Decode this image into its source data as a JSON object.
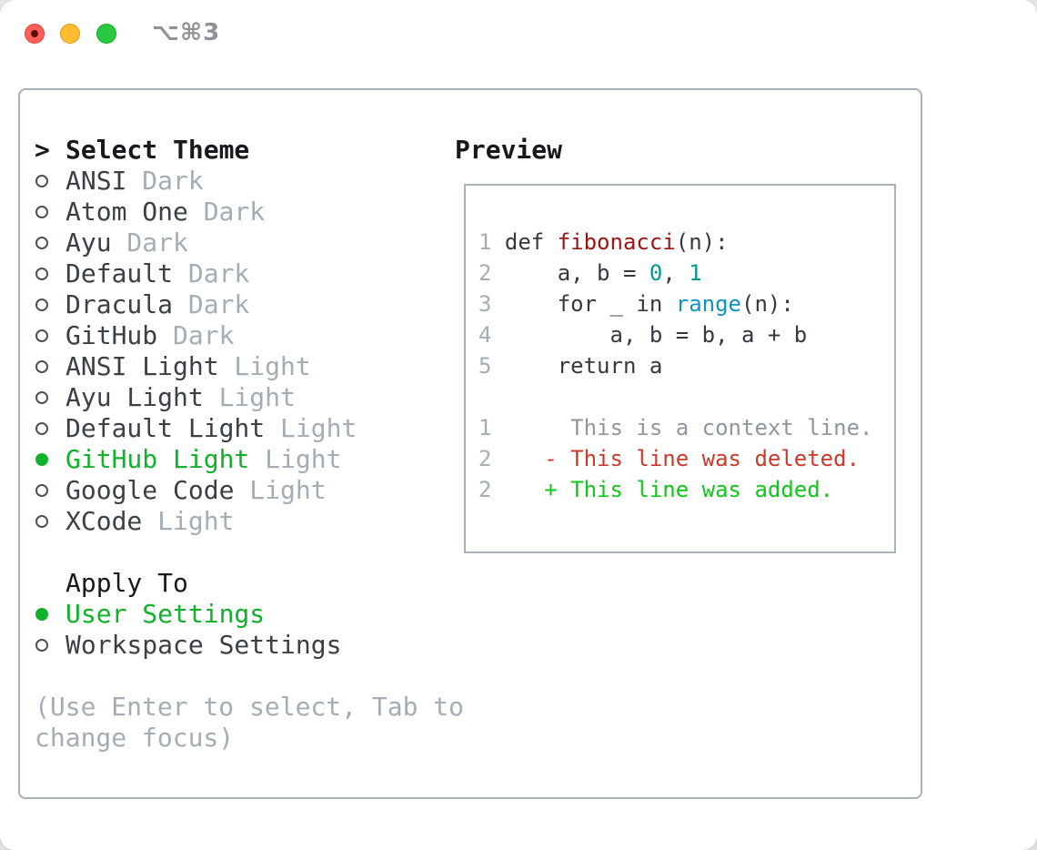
{
  "titlebar": {
    "shortcut": "⌥⌘3"
  },
  "theme_section": {
    "prompt": ">",
    "title": "Select Theme",
    "themes": [
      {
        "name": "ANSI",
        "variant": "Dark",
        "selected": false
      },
      {
        "name": "Atom One",
        "variant": "Dark",
        "selected": false
      },
      {
        "name": "Ayu",
        "variant": "Dark",
        "selected": false
      },
      {
        "name": "Default",
        "variant": "Dark",
        "selected": false
      },
      {
        "name": "Dracula",
        "variant": "Dark",
        "selected": false
      },
      {
        "name": "GitHub",
        "variant": "Dark",
        "selected": false
      },
      {
        "name": "ANSI Light",
        "variant": "Light",
        "selected": false
      },
      {
        "name": "Ayu Light",
        "variant": "Light",
        "selected": false
      },
      {
        "name": "Default Light",
        "variant": "Light",
        "selected": false
      },
      {
        "name": "GitHub Light",
        "variant": "Light",
        "selected": true
      },
      {
        "name": "Google Code",
        "variant": "Light",
        "selected": false
      },
      {
        "name": "XCode",
        "variant": "Light",
        "selected": false
      }
    ]
  },
  "apply_section": {
    "title": "Apply To",
    "options": [
      {
        "label": "User Settings",
        "selected": true
      },
      {
        "label": "Workspace Settings",
        "selected": false
      }
    ]
  },
  "hint_lines": [
    "(Use Enter to select, Tab to",
    "change focus)"
  ],
  "preview": {
    "title": "Preview",
    "code_lines": [
      {
        "num": "1",
        "tokens": [
          {
            "text": "def ",
            "style": "plain"
          },
          {
            "text": "fibonacci",
            "style": "function"
          },
          {
            "text": "(n):",
            "style": "plain"
          }
        ]
      },
      {
        "num": "2",
        "tokens": [
          {
            "text": "    a, b = ",
            "style": "plain"
          },
          {
            "text": "0",
            "style": "number"
          },
          {
            "text": ", ",
            "style": "plain"
          },
          {
            "text": "1",
            "style": "number"
          }
        ]
      },
      {
        "num": "3",
        "tokens": [
          {
            "text": "    for _ in ",
            "style": "plain"
          },
          {
            "text": "range",
            "style": "builtin"
          },
          {
            "text": "(n):",
            "style": "plain"
          }
        ]
      },
      {
        "num": "4",
        "tokens": [
          {
            "text": "        a, b = b, a + b",
            "style": "plain"
          }
        ]
      },
      {
        "num": "5",
        "tokens": [
          {
            "text": "    return a",
            "style": "plain"
          }
        ]
      }
    ],
    "diff_lines": [
      {
        "num": "1",
        "marker": " ",
        "text": "This is a context line.",
        "kind": "context"
      },
      {
        "num": "2",
        "marker": "-",
        "text": "This line was deleted.",
        "kind": "deleted"
      },
      {
        "num": "2",
        "marker": "+",
        "text": "This line was added.",
        "kind": "added"
      }
    ]
  },
  "colors": {
    "accent_green": "#0fb22a",
    "added_green": "#12c61a",
    "deleted_red": "#cb392b",
    "function_red": "#9b1513",
    "number_teal": "#009898",
    "builtin_blue": "#0f93c2",
    "muted_gray": "#a4adb6",
    "border_gray": "#a9b1bb",
    "traffic_red": "#ff5f57",
    "traffic_yellow": "#febc2e",
    "traffic_green": "#28c840"
  }
}
